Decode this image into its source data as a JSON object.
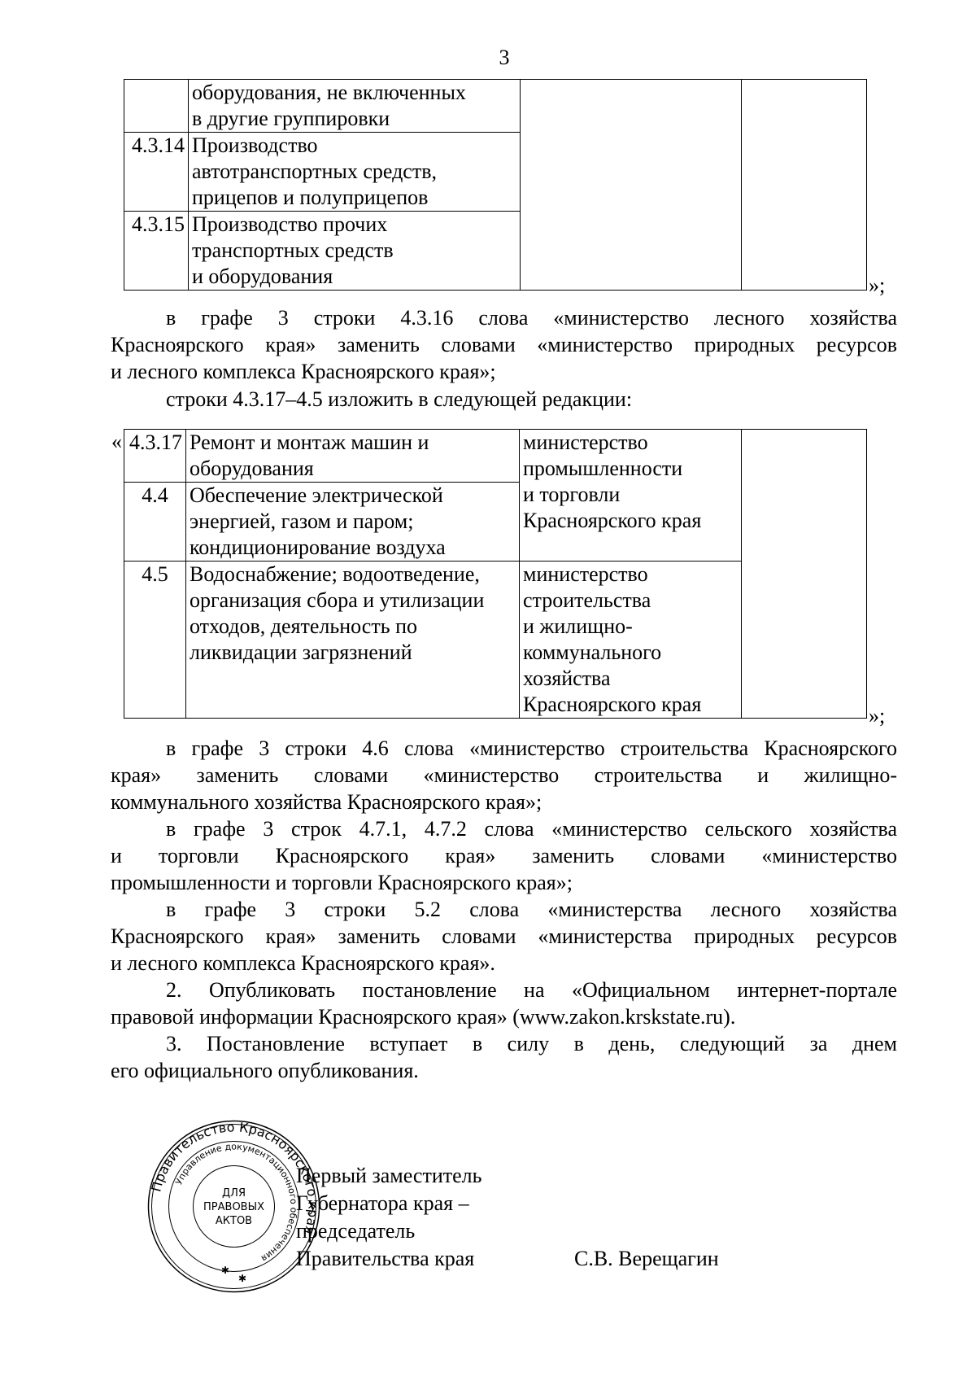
{
  "page_number": "3",
  "table1": {
    "rows": [
      {
        "num": "",
        "lines": [
          "оборудования, не включенных",
          "в другие группировки"
        ]
      },
      {
        "num": "4.3.14",
        "lines": [
          "Производство",
          "автотранспортных средств,",
          "прицепов и полуприцепов"
        ]
      },
      {
        "num": "4.3.15",
        "lines": [
          "Производство прочих",
          "транспортных средств",
          "и оборудования"
        ]
      }
    ],
    "close_quote": "»;"
  },
  "para1": {
    "lines": [
      "в графе 3 строки 4.3.16 слова «министерство лесного хозяйства",
      "Красноярского края» заменить словами «министерство природных ресурсов"
    ],
    "last": "и лесного комплекса Красноярского края»;"
  },
  "para2": "строки 4.3.17–4.5 изложить в следующей редакции:",
  "table2": {
    "open_quote": "«",
    "rows": [
      {
        "num": "4.3.17",
        "lines": [
          "Ремонт и монтаж машин и",
          "оборудования"
        ]
      },
      {
        "num": "4.4",
        "lines": [
          "Обеспечение электрической",
          "энергией, газом и паром;",
          "кондиционирование воздуха"
        ]
      },
      {
        "num": "4.5",
        "lines": [
          "Водоснабжение; водоотведение,",
          "организация сбора и утилизации",
          "отходов, деятельность по",
          "ликвидации загрязнений"
        ]
      }
    ],
    "ministry_a": [
      "министерство",
      "промышленности",
      "и торговли",
      "Красноярского края"
    ],
    "ministry_b": [
      "министерство",
      "строительства",
      "и жилищно-",
      "коммунального",
      "хозяйства",
      "Красноярского края"
    ],
    "close_quote": "»;"
  },
  "para3": {
    "lines": [
      "в графе 3 строки 4.6 слова «министерство строительства Красноярского",
      "края» заменить словами «министерство строительства и жилищно-"
    ],
    "last": "коммунального хозяйства Красноярского края»;"
  },
  "para4": {
    "lines": [
      "в графе 3 строк 4.7.1, 4.7.2 слова «министерство сельского хозяйства",
      "и торговли Красноярского края» заменить словами «министерство"
    ],
    "last": "промышленности и торговли Красноярского края»;"
  },
  "para5": {
    "lines": [
      "в графе 3 строки 5.2 слова «министерства лесного хозяйства",
      "Красноярского края» заменить словами «министерства природных ресурсов"
    ],
    "last": "и лесного комплекса Красноярского края»."
  },
  "para6": {
    "lines": [
      "2. Опубликовать постановление на «Официальном интернет-портале"
    ],
    "last": "правовой информации Красноярского края» (www.zakon.krskstate.ru)."
  },
  "para7": {
    "lines": [
      "3. Постановление вступает в силу в день, следующий за днем"
    ],
    "last": "его официального опубликования."
  },
  "signature": {
    "title_lines": [
      "Первый заместитель",
      "Губернатора края –",
      "председатель",
      "Правительства края"
    ],
    "name": "С.В. Верещагин"
  },
  "stamp": {
    "outer_text": "Правительство Красноярского края",
    "inner_text": "Управление документационного обеспечения",
    "center_lines": [
      "ДЛЯ",
      "ПРАВОВЫХ",
      "АКТОВ"
    ]
  }
}
